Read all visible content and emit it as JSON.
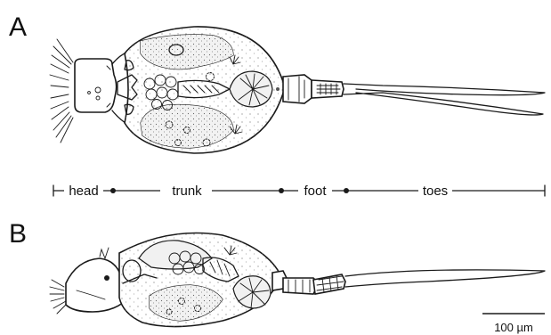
{
  "panels": {
    "a": {
      "letter": "A"
    },
    "b": {
      "letter": "B"
    }
  },
  "segments": {
    "head": "head",
    "trunk": "trunk",
    "foot": "foot",
    "toes": "toes"
  },
  "scale_bar": {
    "label": "100 µm"
  }
}
